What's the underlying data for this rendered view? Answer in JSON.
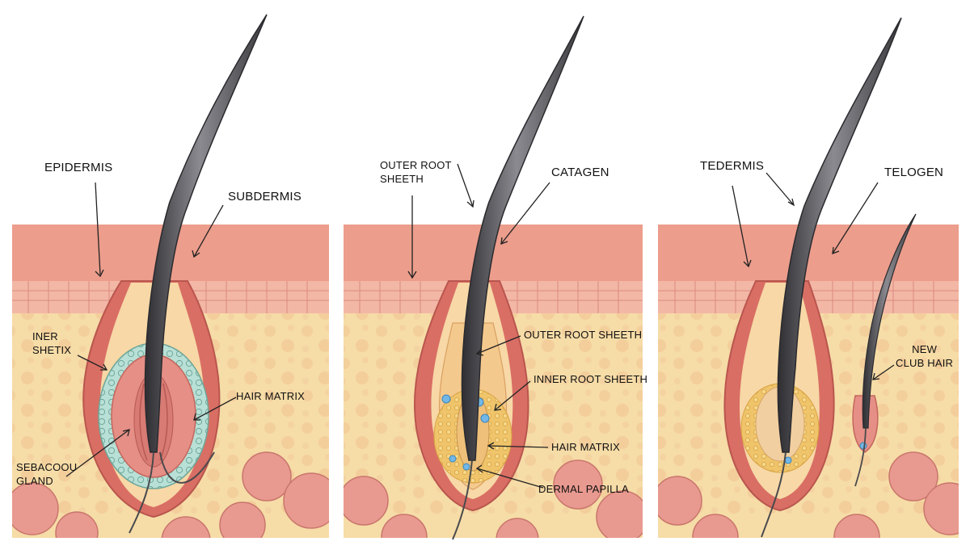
{
  "colors": {
    "background": "#ffffff",
    "skin_surface": "#ec9d8c",
    "epidermis_band": "#f3b7a6",
    "dermis": "#f6dca7",
    "fat_cells": "#e99a90",
    "follicle_wall": "#d96e64",
    "hair_shaft": "#4a4a4d",
    "matrix_ring": "#b9e0d6",
    "matrix_cells": "#eec46c",
    "stem_cells": "#73b7e6",
    "label_line": "#222222"
  },
  "panels": [
    {
      "name": "anagen",
      "labels": {
        "epidermis": "EPIDERMIS",
        "subdermis": "SUBDERMIS",
        "inner_sheath_1": "INER",
        "inner_sheath_2": "SHETIX",
        "hair_matrix": "HAIR MATRIX",
        "sebaceous_1": "SEBACOOU",
        "sebaceous_2": "GLAND"
      }
    },
    {
      "name": "catagen",
      "labels": {
        "outer_root_1": "OUTER ROOT",
        "outer_root_2": "SHEETH",
        "stage": "CATAGEN",
        "outer_root_sheath": "OUTER ROOT SHEETH",
        "inner_root_sheath": "INNER ROOT SHEETH",
        "hair_matrix": "HAIR MATRIX",
        "dermal_papilla": "DERMAL PAPILLA"
      }
    },
    {
      "name": "telogen",
      "labels": {
        "tedermis": "TEDERMIS",
        "stage": "TELOGEN",
        "new_1": "NEW",
        "new_2": "CLUB HAIR"
      }
    }
  ]
}
